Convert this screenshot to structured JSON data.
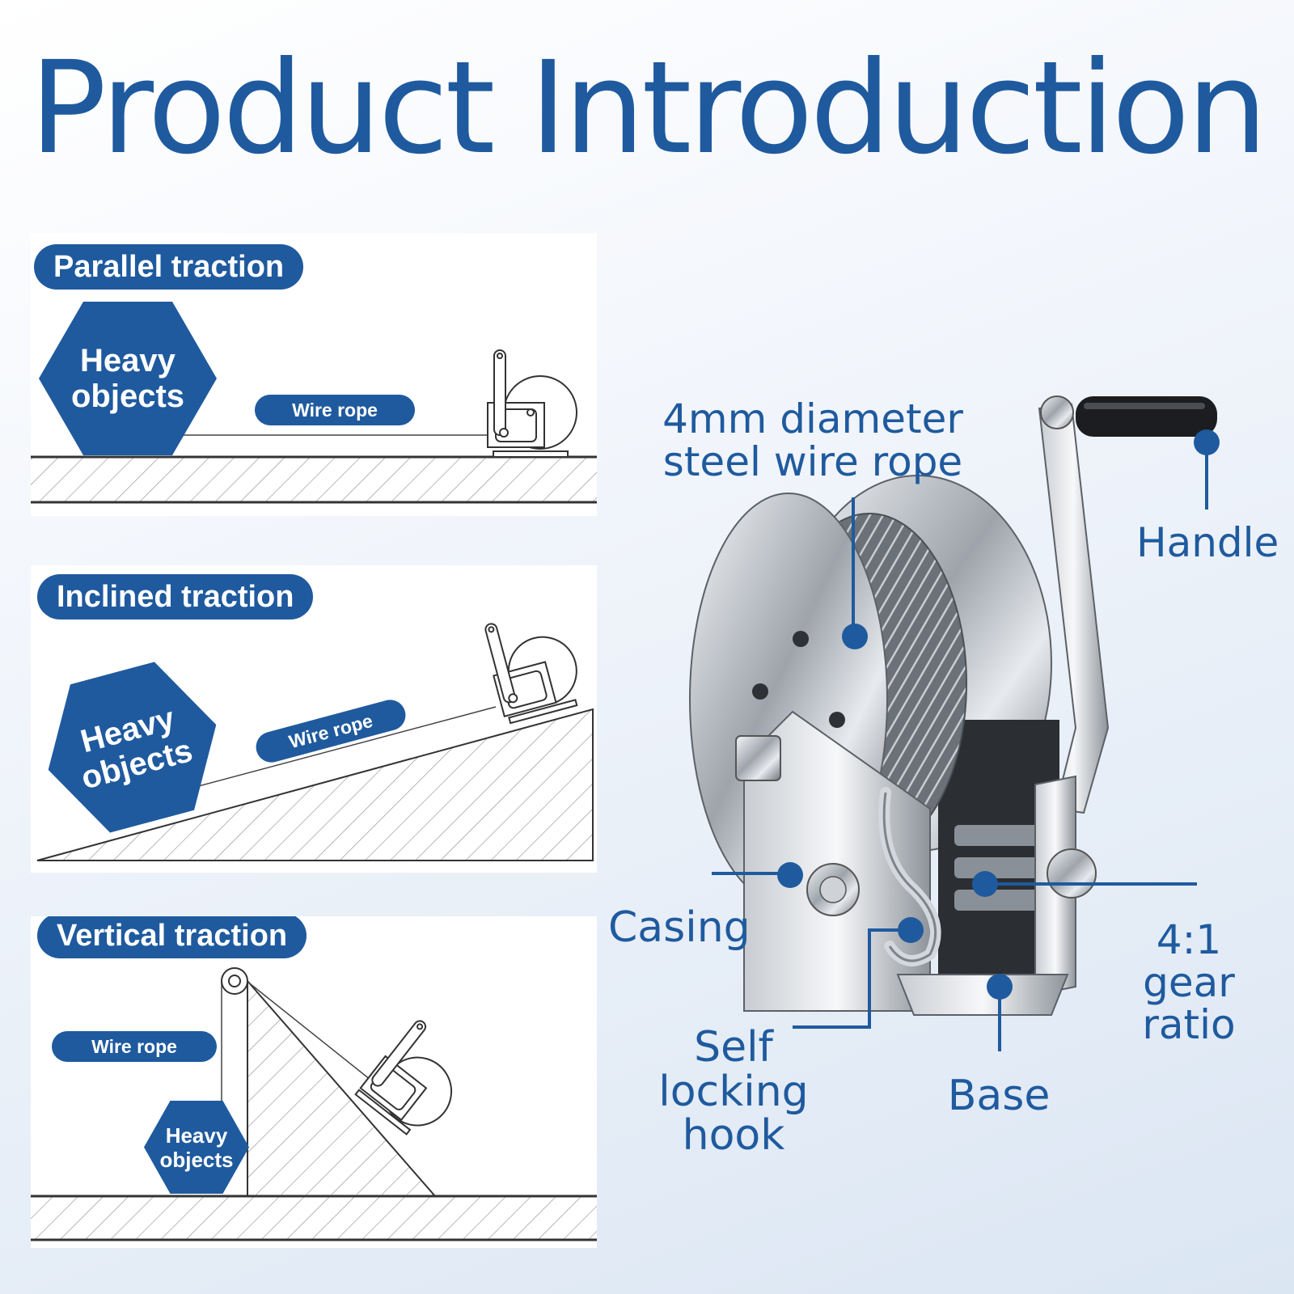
{
  "title": "Product Introduction",
  "panels": {
    "parallel": {
      "label": "Parallel traction",
      "wire_rope": "Wire rope",
      "heavy_objects": [
        "Heavy",
        "objects"
      ]
    },
    "inclined": {
      "label": "Inclined traction",
      "wire_rope": "Wire rope",
      "heavy_objects": [
        "Heavy",
        "objects"
      ]
    },
    "vertical": {
      "label": "Vertical traction",
      "wire_rope": "Wire rope",
      "heavy_objects": [
        "Heavy",
        "objects"
      ]
    }
  },
  "callouts": {
    "wire_rope": [
      "4mm diameter",
      "steel wire rope"
    ],
    "handle": "Handle",
    "casing": "Casing",
    "gear_ratio": [
      "4:1",
      "gear ratio"
    ],
    "hook": [
      "Self",
      "locking hook"
    ],
    "base": "Base"
  },
  "colors": {
    "brand_blue": "#1f5a9e",
    "background": "#eef3fa"
  }
}
